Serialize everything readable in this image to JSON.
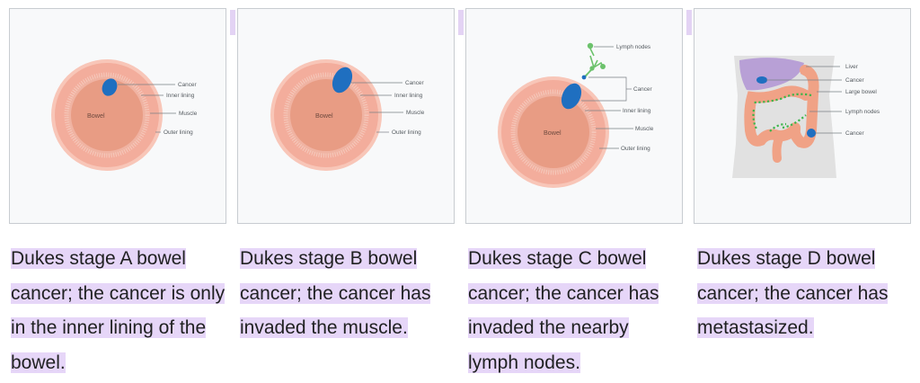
{
  "panels": [
    {
      "labels": {
        "bowel": "Bowel",
        "cancer": "Cancer",
        "inner": "Inner lining",
        "muscle": "Muscle",
        "outer": "Outer lining"
      },
      "caption": "Dukes stage A bowel cancer; the cancer is only in the inner lining of the bowel."
    },
    {
      "labels": {
        "bowel": "Bowel",
        "cancer": "Cancer",
        "inner": "Inner lining",
        "muscle": "Muscle",
        "outer": "Outer lining"
      },
      "caption": "Dukes stage B bowel cancer; the cancer has invaded the muscle."
    },
    {
      "labels": {
        "lymph": "Lymph nodes",
        "bowel": "Bowel",
        "cancer": "Cancer",
        "inner": "Inner lining",
        "muscle": "Muscle",
        "outer": "Outer lining"
      },
      "caption": "Dukes stage C bowel cancer; the cancer has invaded the nearby lymph nodes."
    },
    {
      "labels": {
        "liver": "Liver",
        "cancer": "Cancer",
        "large_bowel": "Large bowel",
        "lymph": "Lymph nodes",
        "cancer2": "Cancer"
      },
      "caption": "Dukes stage D bowel cancer; the cancer has metastasized."
    }
  ],
  "colors": {
    "outer_ring": "#f6b8a8",
    "muscle": "#eda08c",
    "bowel": "#e89c84",
    "tumour": "#1f6fc0",
    "lymph": "#6cc26c",
    "liver": "#b8a0d6",
    "highlight": "#e6d6f8"
  }
}
